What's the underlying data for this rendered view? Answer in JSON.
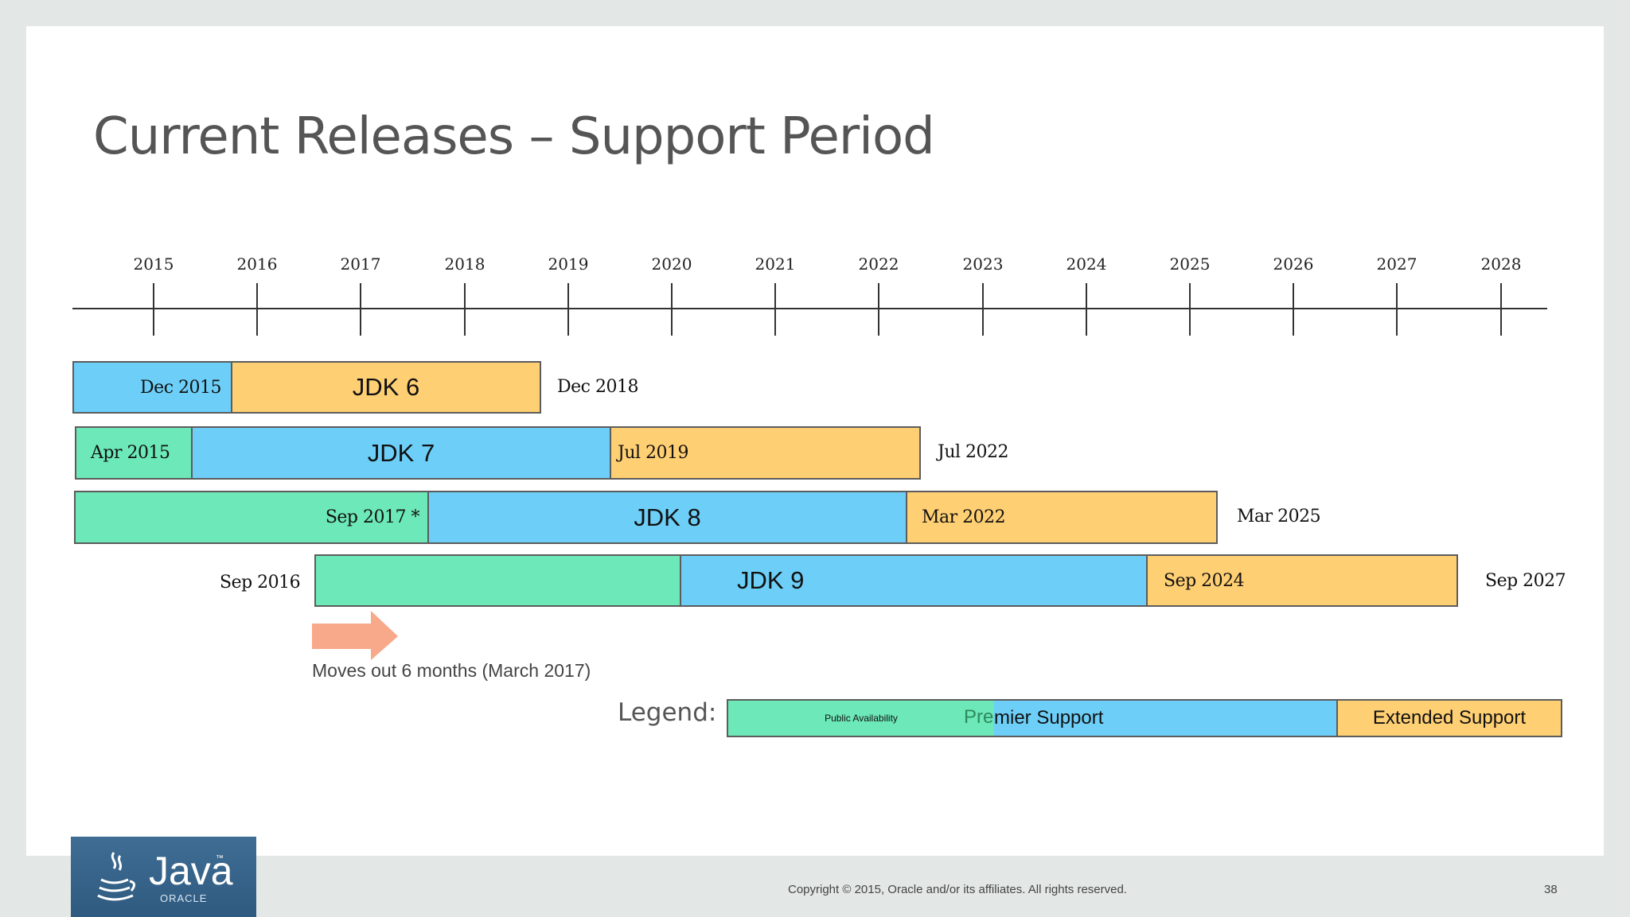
{
  "slide": {
    "title": "Current Releases – Support Period"
  },
  "timeline": {
    "years": [
      "2015",
      "2016",
      "2017",
      "2018",
      "2019",
      "2020",
      "2021",
      "2022",
      "2023",
      "2024",
      "2025",
      "2026",
      "2027",
      "2028"
    ]
  },
  "releases": [
    {
      "name": "JDK 6",
      "segments": [
        {
          "type": "premier",
          "label": "Dec 2015"
        },
        {
          "type": "extended",
          "label": "JDK 6"
        }
      ],
      "end_label": "Dec 2018"
    },
    {
      "name": "JDK 7",
      "segments": [
        {
          "type": "public",
          "label": "Apr 2015"
        },
        {
          "type": "premier",
          "label": "JDK 7"
        },
        {
          "type": "extended",
          "label": "Jul 2019"
        }
      ],
      "end_label": "Jul 2022"
    },
    {
      "name": "JDK 8",
      "segments": [
        {
          "type": "public",
          "label": "Sep 2017 *"
        },
        {
          "type": "premier",
          "label": "JDK 8"
        },
        {
          "type": "extended",
          "label": "Mar 2022"
        }
      ],
      "end_label": "Mar 2025"
    },
    {
      "name": "JDK 9",
      "start_label": "Sep 2016",
      "segments": [
        {
          "type": "public",
          "label": ""
        },
        {
          "type": "premier",
          "label": "JDK 9"
        },
        {
          "type": "extended",
          "label": "Sep 2024"
        }
      ],
      "end_label": "Sep 2027"
    }
  ],
  "note": {
    "text": "Moves out 6 months (March 2017)"
  },
  "legend": {
    "title": "Legend:",
    "public": "Public Availability",
    "premier_prefix": "Pre",
    "premier": "mier Support",
    "extended": "Extended Support"
  },
  "colors": {
    "public": "#6de8b8",
    "premier": "#6dcff8",
    "extended": "#ffcf73",
    "arrow": "#f7a98a"
  },
  "footer": {
    "logo_word": "Java",
    "logo_sub": "ORACLE",
    "copyright": "Copyright © 2015, Oracle and/or its affiliates. All rights reserved.",
    "page_number": "38"
  }
}
